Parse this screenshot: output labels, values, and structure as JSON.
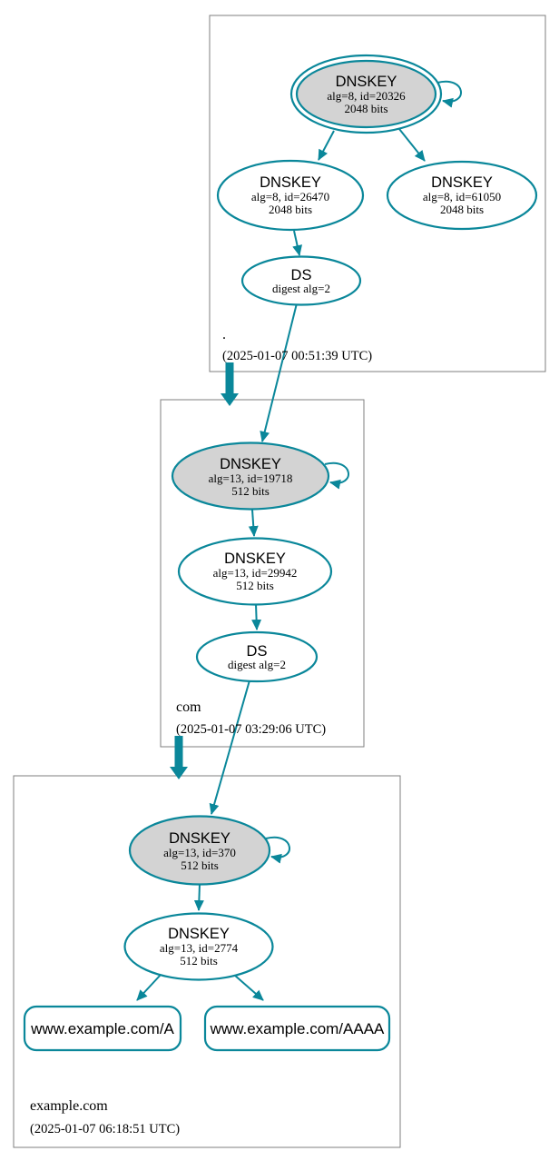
{
  "diagram": {
    "kind": "dnssec-authentication-chain",
    "colors": {
      "edge": "#0a879a",
      "ksk_node_fill": "#d3d3d3",
      "node_fill": "#ffffff",
      "zone_box_border": "#7f7f7f",
      "text": "#000000",
      "background": "#ffffff"
    },
    "zones": [
      {
        "label": ".",
        "timestamp": "(2025-01-07 00:51:39 UTC)",
        "ksk": {
          "title": "DNSKEY",
          "detail1": "alg=8, id=20326",
          "detail2": "2048 bits"
        },
        "zsk": {
          "title": "DNSKEY",
          "detail1": "alg=8, id=26470",
          "detail2": "2048 bits"
        },
        "zsk2": {
          "title": "DNSKEY",
          "detail1": "alg=8, id=61050",
          "detail2": "2048 bits"
        },
        "ds": {
          "title": "DS",
          "detail1": "digest alg=2"
        }
      },
      {
        "label": "com",
        "timestamp": "(2025-01-07 03:29:06 UTC)",
        "ksk": {
          "title": "DNSKEY",
          "detail1": "alg=13, id=19718",
          "detail2": "512 bits"
        },
        "zsk": {
          "title": "DNSKEY",
          "detail1": "alg=13, id=29942",
          "detail2": "512 bits"
        },
        "ds": {
          "title": "DS",
          "detail1": "digest alg=2"
        }
      },
      {
        "label": "example.com",
        "timestamp": "(2025-01-07 06:18:51 UTC)",
        "ksk": {
          "title": "DNSKEY",
          "detail1": "alg=13, id=370",
          "detail2": "512 bits"
        },
        "zsk": {
          "title": "DNSKEY",
          "detail1": "alg=13, id=2774",
          "detail2": "512 bits"
        },
        "rrsets": [
          {
            "label": "www.example.com/A"
          },
          {
            "label": "www.example.com/AAAA"
          }
        ]
      }
    ]
  }
}
